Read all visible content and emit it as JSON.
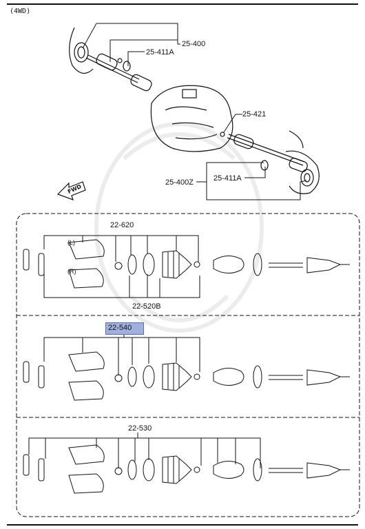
{
  "header": {
    "variant": "(4WD)"
  },
  "top": {
    "labels": {
      "p1": "25-400",
      "p2": "25-411A",
      "p3": "25-421",
      "p4": "25-411A",
      "p5": "25-400Z"
    },
    "arrow": "FWD"
  },
  "kits": {
    "k1": {
      "part": "22-620",
      "sub_part": "22-520B",
      "left_tag": "(L)",
      "right_tag": "(R)"
    },
    "k2": {
      "part": "22-540"
    },
    "k3": {
      "part": "22-530"
    }
  },
  "colors": {
    "line": "#111111",
    "highlight": "#9fb0dc"
  }
}
